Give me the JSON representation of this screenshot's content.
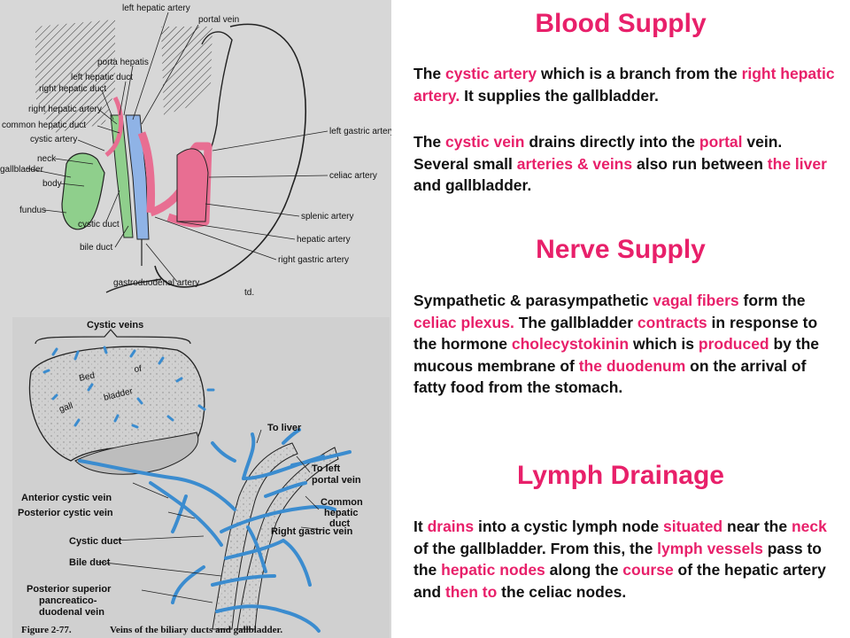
{
  "colors": {
    "accent": "#e8206a",
    "text": "#111111",
    "panel": "#d7d7d7",
    "vein_blue": "#3b8ccf",
    "artery_pink": "#e86e92",
    "gallbladder_green": "#8fcf8c",
    "duct_blue": "#8fb3e6"
  },
  "diagram_top": {
    "labels": [
      "left hepatic artery",
      "portal vein",
      "porta hepatis",
      "left hepatic duct",
      "right hepatic duct",
      "right hepatic artery",
      "common hepatic duct",
      "cystic artery",
      "neck",
      "gallbladder",
      "body",
      "fundus",
      "cystic duct",
      "bile duct",
      "left gastric artery",
      "celiac artery",
      "splenic artery",
      "hepatic artery",
      "right gastric artery",
      "gastroduodenal artery",
      "td."
    ]
  },
  "diagram_bottom": {
    "title": "Cystic veins",
    "bed_text": [
      "Bed",
      "of",
      "gall",
      "bladder"
    ],
    "labels": [
      "To liver",
      "To left",
      "portal vein",
      "Common",
      "hepatic",
      "duct",
      "Right gastric vein",
      "Anterior cystic vein",
      "Posterior cystic vein",
      "Cystic duct",
      "Bile duct",
      "Posterior superior",
      "pancreatico-",
      "duodenal vein"
    ],
    "caption_num": "Figure 2-77.",
    "caption_text": "Veins of the biliary ducts and gallbladder."
  },
  "sections": {
    "blood": {
      "title": "Blood Supply",
      "p1": [
        {
          "t": "The ",
          "h": false
        },
        {
          "t": "cystic artery",
          "h": true
        },
        {
          "t": " which is a branch from the ",
          "h": false
        },
        {
          "t": "right hepatic artery.",
          "h": true
        },
        {
          "t": " It supplies the gallbladder.",
          "h": false
        }
      ],
      "p2": [
        {
          "t": "The ",
          "h": false
        },
        {
          "t": "cystic vein",
          "h": true
        },
        {
          "t": " drains directly into the ",
          "h": false
        },
        {
          "t": "portal",
          "h": true
        },
        {
          "t": " vein. Several small ",
          "h": false
        },
        {
          "t": "arteries & veins",
          "h": true
        },
        {
          "t": " also run between ",
          "h": false
        },
        {
          "t": "the liver",
          "h": true
        },
        {
          "t": " and gallbladder.",
          "h": false
        }
      ]
    },
    "nerve": {
      "title": "Nerve Supply",
      "p1": [
        {
          "t": "Sympathetic & parasympathetic ",
          "h": false
        },
        {
          "t": "vagal fibers",
          "h": true
        },
        {
          "t": " form the ",
          "h": false
        },
        {
          "t": "celiac plexus.",
          "h": true
        },
        {
          "t": " The gallbladder ",
          "h": false
        },
        {
          "t": "contracts",
          "h": true
        },
        {
          "t": " in response to the hormone ",
          "h": false
        },
        {
          "t": "cholecystokinin",
          "h": true
        },
        {
          "t": " which is ",
          "h": false
        },
        {
          "t": "produced",
          "h": true
        },
        {
          "t": " by the mucous membrane of ",
          "h": false
        },
        {
          "t": "the duodenum",
          "h": true
        },
        {
          "t": " on the arrival of fatty food from the stomach.",
          "h": false
        }
      ]
    },
    "lymph": {
      "title": "Lymph Drainage",
      "p1": [
        {
          "t": "It ",
          "h": false
        },
        {
          "t": "drains",
          "h": true
        },
        {
          "t": " into a cystic lymph node ",
          "h": false
        },
        {
          "t": "situated",
          "h": true
        },
        {
          "t": " near the ",
          "h": false
        },
        {
          "t": "neck",
          "h": true
        },
        {
          "t": " of the gallbladder. From this, the ",
          "h": false
        },
        {
          "t": "lymph vessels",
          "h": true
        },
        {
          "t": " pass to the ",
          "h": false
        },
        {
          "t": "hepatic nodes",
          "h": true
        },
        {
          "t": " along the ",
          "h": false
        },
        {
          "t": "course",
          "h": true
        },
        {
          "t": " of the hepatic artery and ",
          "h": false
        },
        {
          "t": "then to",
          "h": true
        },
        {
          "t": " the celiac nodes.",
          "h": false
        }
      ]
    }
  }
}
